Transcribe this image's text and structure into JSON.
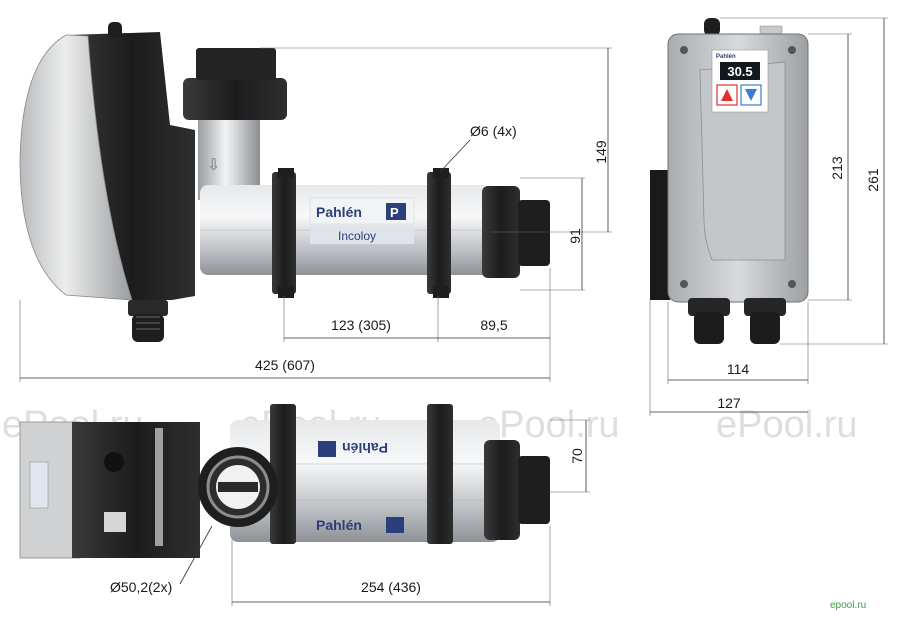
{
  "brand": {
    "name": "Pahlén",
    "model": "Incoloy",
    "logo_glyph": "P"
  },
  "display": {
    "reading": "30.5",
    "up_button": "up-arrow",
    "down_button": "down-arrow"
  },
  "dimensions": {
    "top_height": "149",
    "hole": "Ø6 (4x)",
    "tube_height": "91",
    "clamp_spacing": "123 (305)",
    "end_length": "89,5",
    "total_length": "425 (607)",
    "box_height_inner": "213",
    "box_height_outer": "261",
    "box_width": "114",
    "box_depth": "127",
    "bottom_height": "70",
    "connection": "Ø50,2(2x)",
    "bottom_length": "254 (436)"
  },
  "watermarks": [
    "ePool.ru",
    "ePool.ru",
    "ePool.ru",
    "ePool.ru"
  ],
  "corner_watermark": "epool.ru",
  "colors": {
    "body_dark": "#2a2a2a",
    "body_grey": "#c9cbce",
    "brand_blue": "#2b3f7a",
    "display_red": "#e03030",
    "display_blue": "#3a7bd5"
  }
}
